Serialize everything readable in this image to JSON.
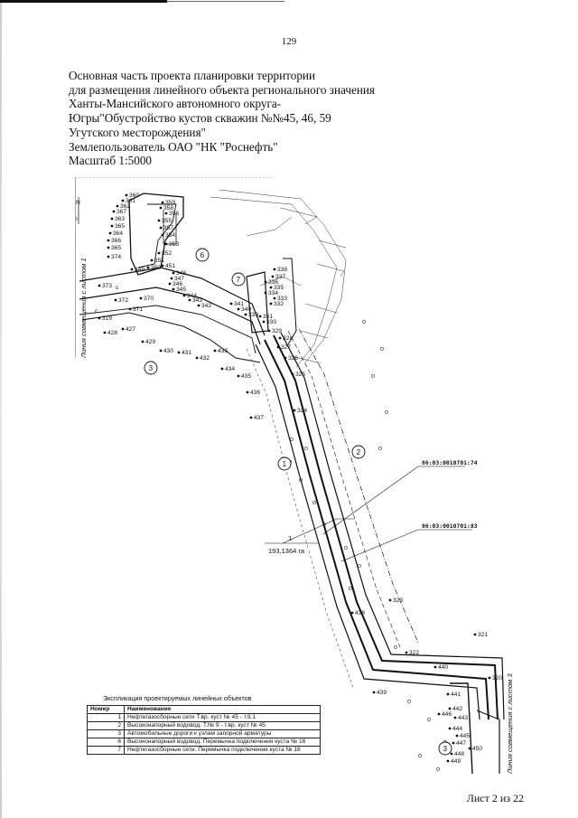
{
  "page_number": "129",
  "title_lines": [
    "Основная часть проекта планировки территории",
    "для размещения линейного объекта регионального значения",
    "Ханты-Мансийского автономного округа-",
    "Югры\"Обустройство кустов скважин №№45, 46, 59",
    "Угутского месторождения\"",
    "Землепользователь ОАО \"НК \"Роснефть\"",
    "Масштаб 1:5000"
  ],
  "map": {
    "side_label_left": "Линия совмещения с листом 1",
    "side_label_right": "Линия совмещения с листом 3",
    "north_letters": [
      "N",
      "I"
    ],
    "parcel_1": "86:03:0010701:74",
    "parcel_2": "86:03:0010701:83",
    "zone_number": "1",
    "zone_area": "193,1364 га",
    "circled": [
      "1",
      "2",
      "3",
      "3",
      "6",
      "7"
    ],
    "small_letters": [
      "c",
      "c"
    ],
    "point_labels": [
      "360",
      "361",
      "362",
      "367",
      "363",
      "365",
      "364",
      "366",
      "365",
      "374",
      "373",
      "372",
      "371",
      "370",
      "359",
      "358",
      "356",
      "355",
      "357",
      "354",
      "353",
      "352",
      "351",
      "350",
      "349",
      "348",
      "347",
      "346",
      "345",
      "344",
      "343",
      "342",
      "341",
      "340",
      "339",
      "338",
      "337",
      "336",
      "335",
      "334",
      "333",
      "332",
      "331",
      "330",
      "329",
      "328",
      "327",
      "326",
      "325",
      "324",
      "323",
      "322",
      "321",
      "320",
      "319",
      "428",
      "427",
      "429",
      "430",
      "431",
      "432",
      "433",
      "434",
      "435",
      "436",
      "437",
      "438",
      "439",
      "440",
      "441",
      "442",
      "443",
      "444",
      "445",
      "446",
      "447",
      "448",
      "449",
      "450",
      "451"
    ]
  },
  "legend": {
    "title": "Экспликация проектируемых линейных объектов",
    "columns": [
      "Номер",
      "Наименование"
    ],
    "rows": [
      {
        "num": "1",
        "name": "Нефтегазосборные сети Т.вр. куст № 45 - т.9.1"
      },
      {
        "num": "2",
        "name": "Высоконапорный водовод. Т.№ 9 - т.вр. куст № 45"
      },
      {
        "num": "3",
        "name": "Автомобильные дороги к узлам запорной арматуры"
      },
      {
        "num": "6",
        "name": "Высоконапорный водовод. Перемычка подключения куста № 16"
      },
      {
        "num": "7",
        "name": "Нефтегазосборные сети. Перемычка подключения куста № 16"
      }
    ]
  },
  "footer": "Лист 2 из 22"
}
